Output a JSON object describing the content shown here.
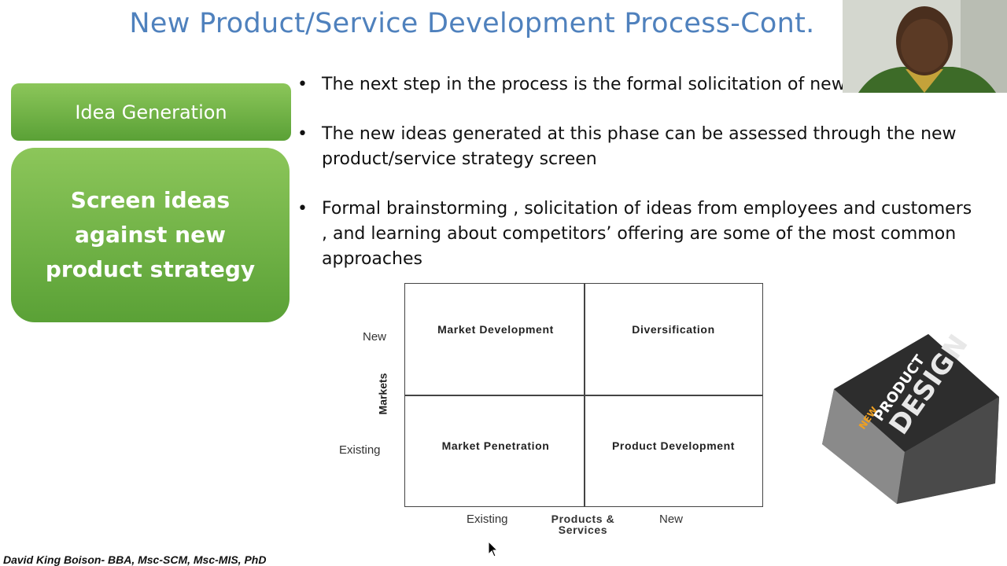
{
  "slide": {
    "title": "New Product/Service Development Process-Cont.",
    "steps": [
      "Idea Generation",
      "Screen ideas against new product strategy"
    ],
    "bullets": [
      "The next step in the process is the formal solicitation of new ideas",
      "The new ideas generated at this phase can be assessed through the new product/service strategy screen",
      "Formal brainstorming , solicitation of ideas from employees and customers , and learning about competitors’ offering are some of the most common approaches"
    ],
    "matrix": {
      "y_axis_label": "Markets",
      "y_new": "New",
      "y_existing": "Existing",
      "x_existing": "Existing",
      "x_axis_label": "Products & Services",
      "x_new": "New",
      "cells": {
        "top_left": "Market Development",
        "top_right": "Diversification",
        "bottom_left": "Market Penetration",
        "bottom_right": "Product Development"
      }
    },
    "book_image": {
      "line1": "NEW",
      "line2": "PRODUCT",
      "line3": "DESIGN"
    },
    "footer": "David King Boison- BBA, Msc-SCM, Msc-MIS, PhD"
  },
  "colors": {
    "title": "#4f81bd",
    "box_green": "#6ab244"
  }
}
